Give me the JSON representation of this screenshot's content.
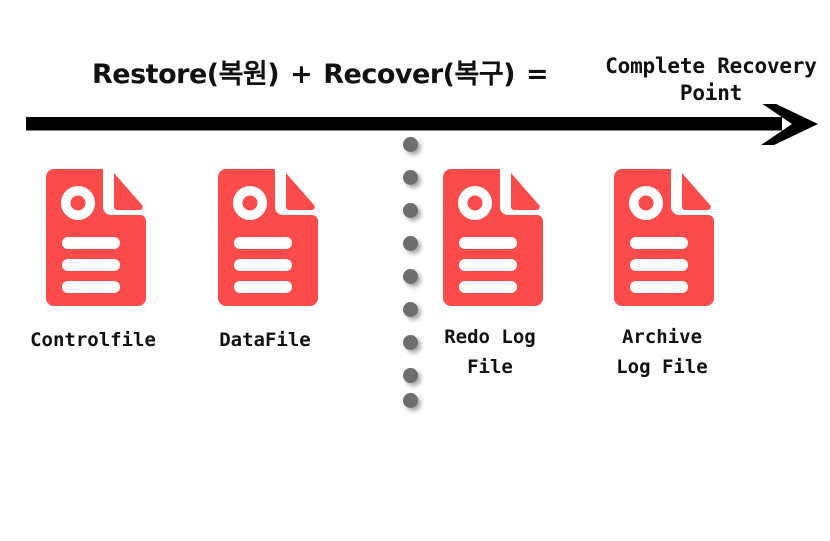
{
  "diagram": {
    "title": {
      "segment_restore": "Restore(복원)",
      "operator_plus": "+",
      "segment_recover": "Recover(복구)",
      "operator_equals": "=",
      "result_line1": "Complete Recovery",
      "result_line2": "Point"
    },
    "timeline": {
      "name": "time-arrow",
      "direction": "left-to-right"
    },
    "divider": {
      "name": "dotted-separator",
      "dot_count": 9,
      "color": "#6e6e6e"
    },
    "accent_color": "#fb4b4b",
    "items": [
      {
        "icon": "document-icon",
        "label": "Controlfile"
      },
      {
        "icon": "document-icon",
        "label": "DataFile"
      },
      {
        "icon": "document-icon",
        "label": "Redo Log\nFile"
      },
      {
        "icon": "document-icon",
        "label": "Archive\nLog File"
      }
    ]
  }
}
